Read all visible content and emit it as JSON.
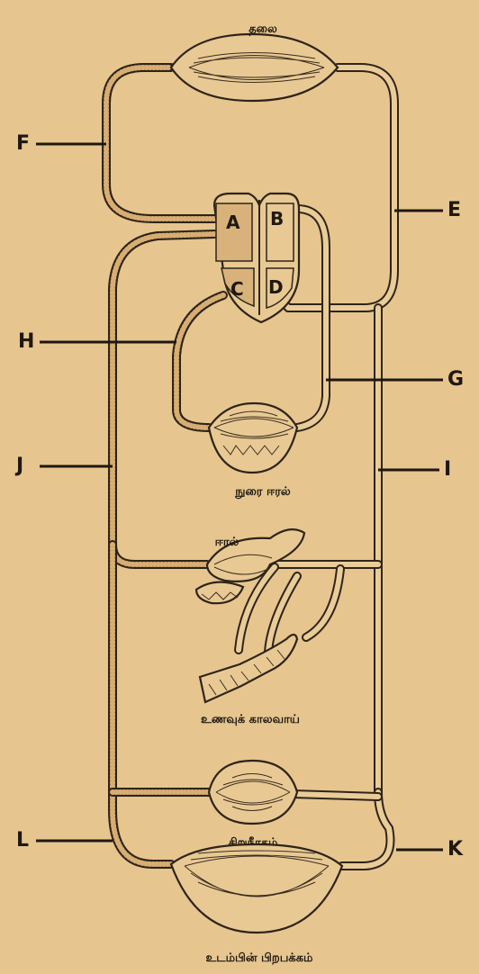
{
  "organs": {
    "head": "தலை",
    "lungs": "நுரை ஈரல்",
    "liver": "ஈரல்",
    "gut": "உணவுக் காலவாய்",
    "kidney": "சிறுநீரகம்",
    "body": "உடம்பின் பிறபக்கம்"
  },
  "heart_chambers": [
    "A",
    "B",
    "C",
    "D"
  ],
  "vessel_labels": [
    "E",
    "F",
    "G",
    "H",
    "I",
    "J",
    "K",
    "L"
  ],
  "colors": {
    "paper": "#e7c58f",
    "ink": "#2e2418",
    "oxygenated_vessel": "#e9cc98",
    "deoxygenated_vessel": "#d7ad72"
  }
}
